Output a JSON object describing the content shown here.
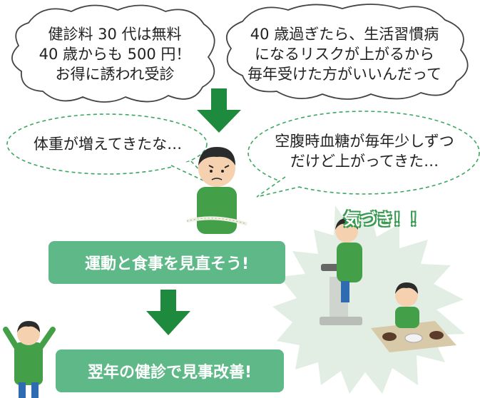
{
  "clouds": {
    "left": {
      "lines": [
        "健診料 30 代は無料",
        "40 歳からも 500 円！",
        "お得に誘われ受診"
      ]
    },
    "right": {
      "lines": [
        "40 歳過ぎたら、生活習慣病",
        "になるリスクが上がるから",
        "毎年受けた方がいいんだって"
      ]
    }
  },
  "thoughts": {
    "left": "体重が増えてきたな…",
    "right": {
      "lines": [
        "空腹時血糖が毎年少しずつ",
        "だけど上がってきた…"
      ]
    }
  },
  "kizuki_label": "気づき！！",
  "steps": {
    "review": "運動と食事を見直そう!",
    "improve": "翌年の健診で見事改善!"
  },
  "colors": {
    "arrow": "#1e8a3e",
    "box": "#5fb888",
    "burst": "#e2ede4",
    "dash": "#3aa860"
  }
}
